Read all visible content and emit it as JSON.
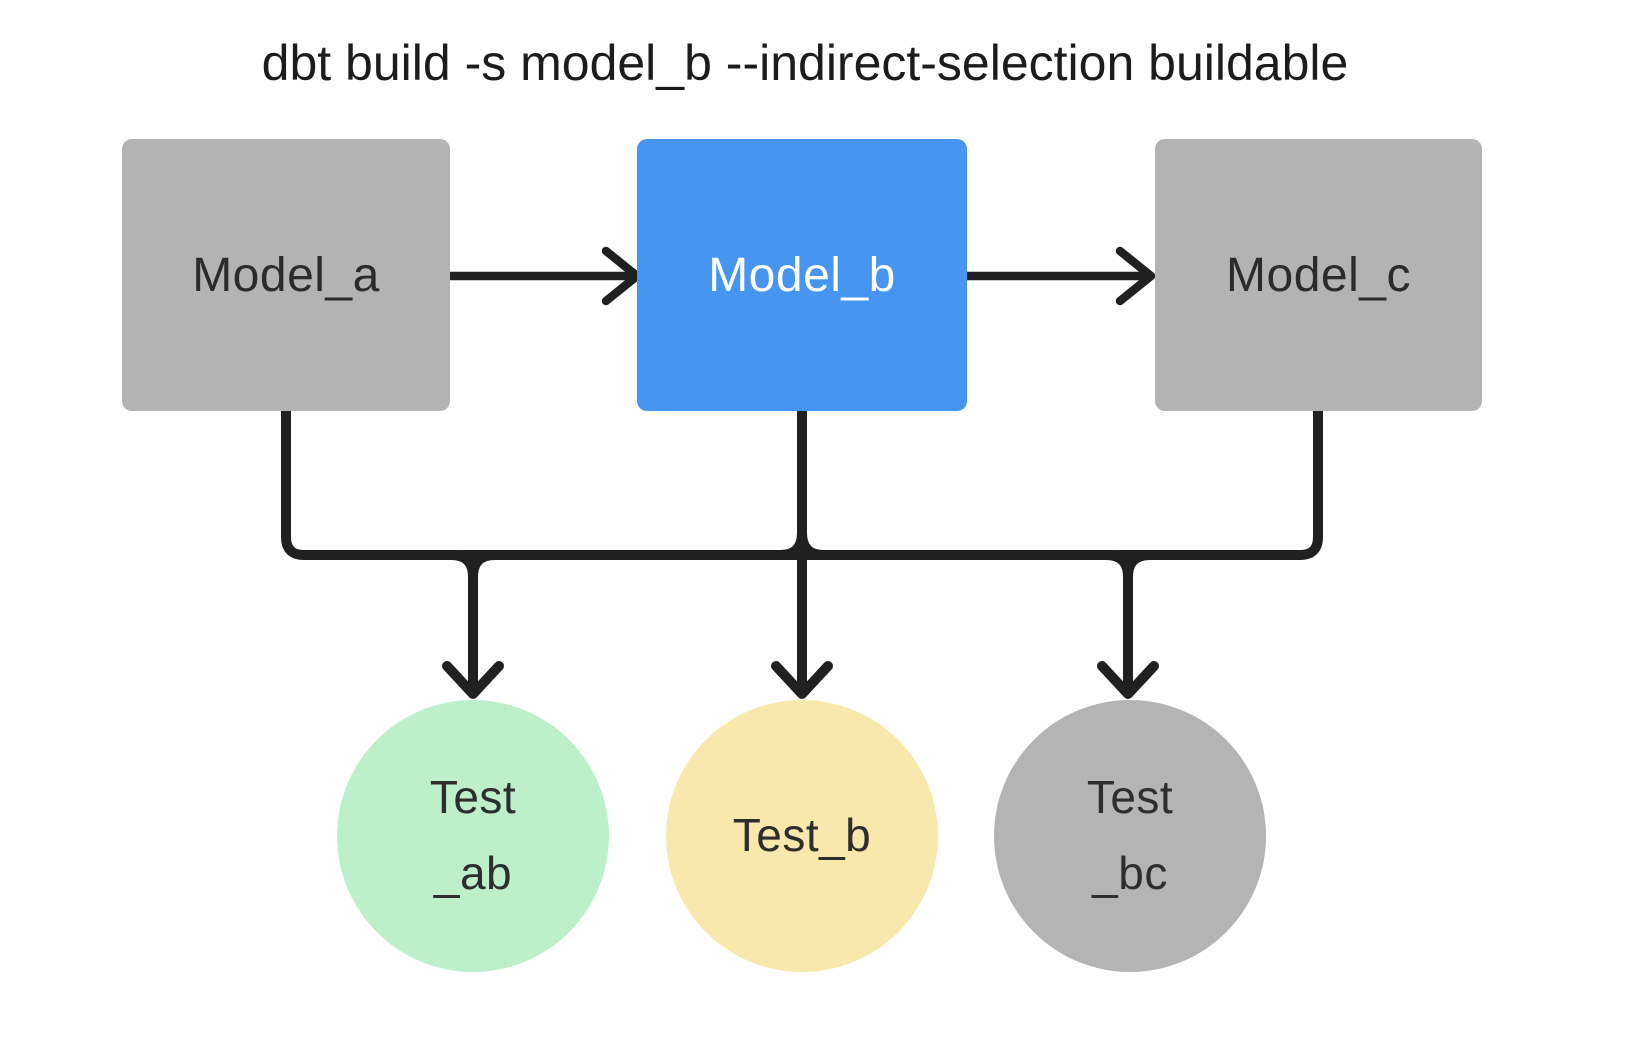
{
  "title": "dbt build -s model_b --indirect-selection buildable",
  "colors": {
    "background": "#ffffff",
    "line": "#202020",
    "title_text": "#1c1c1c"
  },
  "models": [
    {
      "id": "model_a",
      "label": "Model_a",
      "fill": "#b3b3b3",
      "text": "#2b2b2b",
      "highlighted": false
    },
    {
      "id": "model_b",
      "label": "Model_b",
      "fill": "#4695f1",
      "text": "#ffffff",
      "highlighted": true
    },
    {
      "id": "model_c",
      "label": "Model_c",
      "fill": "#b3b3b3",
      "text": "#2b2b2b",
      "highlighted": false
    }
  ],
  "tests": [
    {
      "id": "test_ab",
      "lines": [
        "Test",
        "_ab"
      ],
      "fill": "#bdefcb",
      "text": "#2e2e2e"
    },
    {
      "id": "test_b",
      "lines": [
        "Test_b"
      ],
      "fill": "#f9e8ab",
      "text": "#2e2e2e"
    },
    {
      "id": "test_bc",
      "lines": [
        "Test",
        "_bc"
      ],
      "fill": "#b4b4b4",
      "text": "#2e2e2e"
    }
  ],
  "edges": [
    {
      "from": "model_a",
      "to": "model_b"
    },
    {
      "from": "model_b",
      "to": "model_c"
    },
    {
      "from": "model_a",
      "to": "test_ab"
    },
    {
      "from": "model_b",
      "to": "test_ab"
    },
    {
      "from": "model_b",
      "to": "test_b"
    },
    {
      "from": "model_b",
      "to": "test_bc"
    },
    {
      "from": "model_c",
      "to": "test_bc"
    }
  ]
}
